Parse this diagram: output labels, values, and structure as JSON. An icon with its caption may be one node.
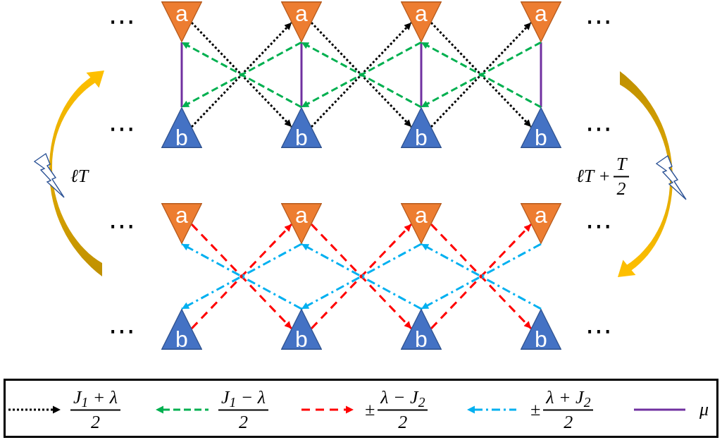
{
  "diagram": {
    "nodes": [
      {
        "text": [
          "a"
        ]
      },
      {
        "text": [
          "a"
        ]
      },
      {
        "text": [
          "a"
        ]
      },
      {
        "text": [
          "a"
        ]
      },
      {
        "text": [
          "b"
        ]
      },
      {
        "text": [
          "b"
        ]
      },
      {
        "text": [
          "b"
        ]
      },
      {
        "text": [
          "b"
        ]
      },
      {
        "text": [
          "a"
        ]
      },
      {
        "text": [
          "a"
        ]
      },
      {
        "text": [
          "a"
        ]
      },
      {
        "text": [
          "a"
        ]
      },
      {
        "text": [
          "b"
        ]
      },
      {
        "text": [
          "b"
        ]
      },
      {
        "text": [
          "b"
        ]
      },
      {
        "text": [
          "b"
        ]
      }
    ],
    "edges": [
      {
        "from": 0,
        "to": 4,
        "arrow": "none",
        "color": "#7030a0"
      },
      {
        "from": 1,
        "to": 5,
        "arrow": "none",
        "color": "#7030a0"
      },
      {
        "from": 2,
        "to": 6,
        "arrow": "none",
        "color": "#7030a0"
      },
      {
        "from": 3,
        "to": 7,
        "arrow": "none",
        "color": "#7030a0"
      },
      {
        "from": 0,
        "to": 5,
        "arrow": "to",
        "style": "dashed",
        "color": "#000000"
      },
      {
        "from": 4,
        "to": 1,
        "arrow": "to",
        "style": "dashed",
        "color": "#000000"
      },
      {
        "from": 1,
        "to": 6,
        "arrow": "to",
        "style": "dashed",
        "color": "#000000"
      },
      {
        "from": 5,
        "to": 2,
        "arrow": "to",
        "style": "dashed",
        "color": "#000000"
      },
      {
        "from": 2,
        "to": 7,
        "arrow": "to",
        "style": "dashed",
        "color": "#000000"
      },
      {
        "from": 6,
        "to": 3,
        "arrow": "to",
        "style": "dashed",
        "color": "#000000"
      },
      {
        "from": 1,
        "to": 4,
        "arrow": "to",
        "style": "dashed",
        "color": "#00b050"
      },
      {
        "from": 5,
        "to": 0,
        "arrow": "to",
        "style": "dashed",
        "color": "#00b050"
      },
      {
        "from": 2,
        "to": 5,
        "arrow": "to",
        "style": "dashed",
        "color": "#00b050"
      },
      {
        "from": 6,
        "to": 1,
        "arrow": "to",
        "style": "dashed",
        "color": "#00b050"
      },
      {
        "from": 3,
        "to": 6,
        "arrow": "to",
        "style": "dashed",
        "color": "#00b050"
      },
      {
        "from": 7,
        "to": 2,
        "arrow": "to",
        "style": "dashed",
        "color": "#00b050"
      },
      {
        "from": 8,
        "to": 13,
        "arrow": "to",
        "style": "dashed",
        "color": "#ff0000"
      },
      {
        "from": 12,
        "to": 9,
        "arrow": "to",
        "style": "dashed",
        "color": "#ff0000"
      },
      {
        "from": 9,
        "to": 14,
        "arrow": "to",
        "style": "dashed",
        "color": "#ff0000"
      },
      {
        "from": 13,
        "to": 10,
        "arrow": "to",
        "style": "dashed",
        "color": "#ff0000"
      },
      {
        "from": 10,
        "to": 15,
        "arrow": "to",
        "style": "dashed",
        "color": "#ff0000"
      },
      {
        "from": 14,
        "to": 11,
        "arrow": "to",
        "style": "dashed",
        "color": "#ff0000"
      },
      {
        "from": 9,
        "to": 12,
        "arrow": "to",
        "style": "dashed",
        "color": "#00b0f0"
      },
      {
        "from": 13,
        "to": 8,
        "arrow": "to",
        "style": "dashed",
        "color": "#00b0f0"
      },
      {
        "from": 10,
        "to": 13,
        "arrow": "to",
        "style": "dashed",
        "color": "#00b0f0"
      },
      {
        "from": 14,
        "to": 9,
        "arrow": "to",
        "style": "dashed",
        "color": "#00b0f0"
      },
      {
        "from": 11,
        "to": 14,
        "arrow": "to",
        "style": "dashed",
        "color": "#00b0f0"
      },
      {
        "from": 15,
        "to": 10,
        "arrow": "to",
        "style": "dashed",
        "color": "#00b0f0"
      }
    ],
    "labels": [
      "⋯",
      "⋯",
      "⋯",
      "⋯",
      "ℓT",
      "ℓT + T 2",
      "⋯",
      "⋯",
      "⋯",
      "⋯"
    ],
    "legend": [
      {
        "text": "J$_{1}$ + λ 2"
      },
      {
        "text": "J$_{1}$ − λ 2"
      },
      {
        "text": "± λ − J$_{2}$ 2"
      },
      {
        "text": "± λ + J$_{2}$ 2"
      },
      {
        "text": "μ"
      }
    ]
  }
}
